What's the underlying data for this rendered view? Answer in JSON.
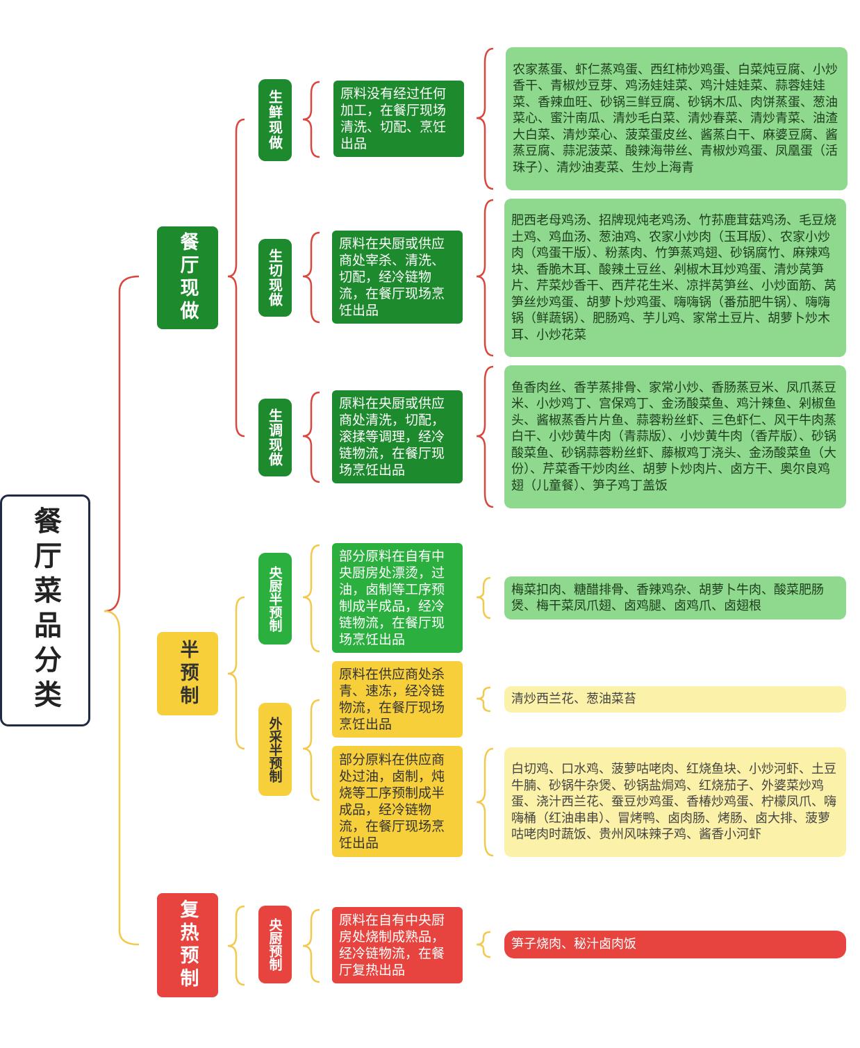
{
  "root": {
    "label": "餐厅菜品分类"
  },
  "colors": {
    "green_dark": "#1e8a2e",
    "green_mid": "#2bb040",
    "green_light": "#8ed98e",
    "yellow": "#f7cf3a",
    "yellow_light": "#fbf1a8",
    "red": "#e8443f",
    "bracket_red": "#d9463e",
    "bracket_yellow": "#f2c94c"
  },
  "categories": [
    {
      "label": "餐厅现做",
      "subs": [
        {
          "label": "生鲜现做",
          "desc": "原料没有经过任何加工，在餐厅现场清洗、切配、烹饪出品",
          "dishes": "农家蒸蛋、虾仁蒸鸡蛋、西红柿炒鸡蛋、白菜炖豆腐、小炒香干、青椒炒豆芽、鸡汤娃娃菜、鸡汁娃娃菜、蒜蓉娃娃菜、香辣血旺、砂锅三鲜豆腐、砂锅木瓜、肉饼蒸蛋、葱油菜心、蜜汁南瓜、清炒毛白菜、清炒春菜、清炒青菜、油渣大白菜、清炒菜心、菠菜蛋皮丝、酱蒸白干、麻婆豆腐、酱蒸豆腐、蒜泥菠菜、酸辣海带丝、青椒炒鸡蛋、凤凰蛋（活珠子）、清炒油麦菜、生炒上海青"
        },
        {
          "label": "生切现做",
          "desc": "原料在央厨或供应商处宰杀、清洗、切配，经冷链物流，在餐厅现场烹饪出品",
          "dishes": "肥西老母鸡汤、招牌现炖老鸡汤、竹荪鹿茸菇鸡汤、毛豆烧土鸡、鸡血汤、葱油鸡、农家小炒肉（玉耳版）、农家小炒肉（鸡蛋干版）、粉蒸肉、竹笋蒸鸡翅、砂锅腐竹、麻辣鸡块、香脆木耳、酸辣土豆丝、剁椒木耳炒鸡蛋、清炒莴笋片、芹菜炒香干、西芹花生米、凉拌莴笋丝、小炒面筋、莴笋丝炒鸡蛋、胡萝卜炒鸡蛋、嗨嗨锅（番茄肥牛锅）、嗨嗨锅（鲜蔬锅）、肥肠鸡、芋儿鸡、家常土豆片、胡萝卜炒木耳、小炒花菜"
        },
        {
          "label": "生调现做",
          "desc": "原料在央厨或供应商处清洗，切配，滚揉等调理，经冷链物流，在餐厅现场烹饪出品",
          "dishes": "鱼香肉丝、香芋蒸排骨、家常小炒、香肠蒸豆米、凤爪蒸豆米、小炒鸡丁、宫保鸡丁、金汤酸菜鱼、鸡汁辣鱼、剁椒鱼头、酱椒蒸香片片鱼、蒜蓉粉丝虾、三色虾仁、风干牛肉蒸白干、小炒黄牛肉（青蒜版）、小炒黄牛肉（香芹版）、砂锅酸菜鱼、砂锅蒜蓉粉丝虾、藤椒鸡丁浇头、金汤酸菜鱼（大份）、芹菜香干炒肉丝、胡萝卜炒肉片、卤方干、奥尔良鸡翅（儿童餐）、笋子鸡丁盖饭"
        }
      ]
    },
    {
      "label": "半预制",
      "subs": [
        {
          "label": "央厨半预制",
          "desc": "部分原料在自有中央厨房处漂烫，过油，卤制等工序预制成半成品，经冷链物流，在餐厅现场烹饪出品",
          "dishes": "梅菜扣肉、糖醋排骨、香辣鸡杂、胡萝卜牛肉、酸菜肥肠煲、梅干菜凤爪翅、卤鸡腿、卤鸡爪、卤翅根"
        },
        {
          "label": "外采半预制",
          "items": [
            {
              "desc": "原料在供应商处杀青、速冻，经冷链物流，在餐厅现场烹饪出品",
              "dishes": "清炒西兰花、葱油菜苔"
            },
            {
              "desc": "部分原料在供应商处过油，卤制，炖烧等工序预制成半成品，经冷链物流，在餐厅现场烹饪出品",
              "dishes": "白切鸡、口水鸡、菠萝咕咾肉、红烧鱼块、小炒河虾、土豆牛腩、砂锅牛杂煲、砂锅盐焗鸡、红烧茄子、外婆菜炒鸡蛋、浇汁西兰花、蚕豆炒鸡蛋、香椿炒鸡蛋、柠檬凤爪、嗨嗨桶（红油串串）、冒烤鸭、卤肉肠、烤肠、卤大排、菠萝咕咾肉时蔬饭、贵州风味辣子鸡、酱香小河虾"
            }
          ]
        }
      ]
    },
    {
      "label": "复热预制",
      "subs": [
        {
          "label": "央厨预制",
          "desc": "原料在自有中央厨房处烧制成熟品，经冷链物流，在餐厅复热出品",
          "dishes": "笋子烧肉、秘汁卤肉饭"
        }
      ]
    }
  ]
}
